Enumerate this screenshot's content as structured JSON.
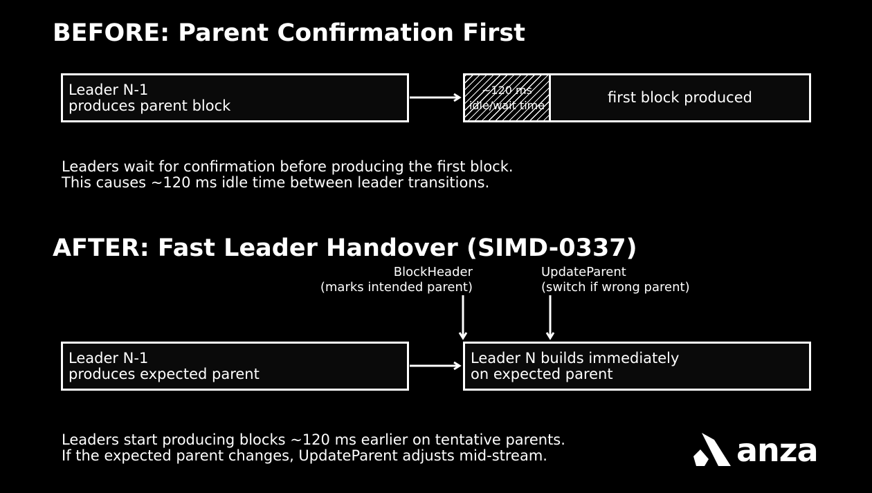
{
  "before": {
    "title": "BEFORE: Parent Confirmation First",
    "left_box": {
      "line1": "Leader N-1",
      "line2": "produces parent block"
    },
    "idle_segment": {
      "line1": "~120 ms",
      "line2": "idle/wait time"
    },
    "result_box": {
      "label": "first block produced"
    },
    "caption": {
      "line1": "Leaders wait for confirmation before producing the first block.",
      "line2": "This causes ~120 ms idle time between leader transitions."
    }
  },
  "after": {
    "title": "AFTER: Fast Leader Handover (SIMD-0337)",
    "annotations": {
      "block_header": {
        "line1": "BlockHeader",
        "line2": "(marks intended parent)"
      },
      "update_parent": {
        "line1": "UpdateParent",
        "line2": "(switch if wrong parent)"
      }
    },
    "left_box": {
      "line1": "Leader N-1",
      "line2": "produces expected parent"
    },
    "right_box": {
      "line1": "Leader N builds immediately",
      "line2": "on expected parent"
    },
    "caption": {
      "line1": "Leaders start producing blocks ~120 ms earlier on tentative parents.",
      "line2": "If the expected parent changes, UpdateParent adjusts mid-stream."
    }
  },
  "logo": {
    "wordmark": "anza"
  },
  "colors": {
    "background": "#000000",
    "foreground": "#ffffff",
    "box_fill": "#0a0a0a"
  }
}
